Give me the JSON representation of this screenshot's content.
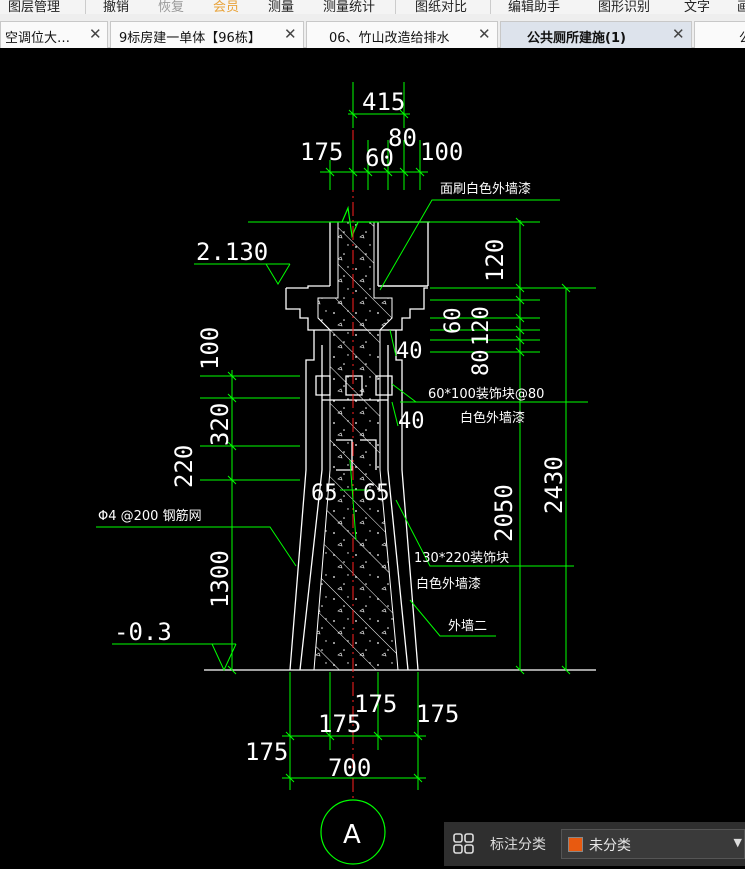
{
  "toolbar": {
    "items": [
      {
        "label": "图层管理",
        "state": "normal"
      },
      {
        "label": "撤销",
        "state": "normal"
      },
      {
        "label": "恢复",
        "state": "disabled"
      },
      {
        "label": "会员",
        "state": "vip"
      },
      {
        "label": "测量",
        "state": "normal"
      },
      {
        "label": "测量统计",
        "state": "normal"
      },
      {
        "label": "图纸对比",
        "state": "normal"
      },
      {
        "label": "编辑助手",
        "state": "normal"
      },
      {
        "label": "图形识别",
        "state": "normal"
      },
      {
        "label": "文字",
        "state": "normal"
      },
      {
        "label": "画",
        "state": "normal"
      }
    ]
  },
  "tabs": [
    {
      "label": "空调位大…",
      "close": "✕",
      "active": false
    },
    {
      "label": "9标房建一单体【96栋】",
      "close": "✕",
      "active": false
    },
    {
      "label": "06、竹山改造给排水",
      "close": "✕",
      "active": false
    },
    {
      "label": "公共厕所建施(1)",
      "close": "✕",
      "active": true
    },
    {
      "label": "公",
      "close": "",
      "active": false
    }
  ],
  "drawing": {
    "dims": {
      "d415": "415",
      "d175a": "175",
      "d80": "80",
      "d60": "60",
      "d100": "100",
      "d120a": "120",
      "d60b": "60",
      "d120b": "120",
      "d80b": "80",
      "d100l": "100",
      "d320": "320",
      "d220": "220",
      "d1300": "1300",
      "d2050": "2050",
      "d2430": "2430",
      "d175b": "175",
      "d175c": "175",
      "d175d": "175",
      "d175e": "175",
      "d700": "700",
      "d40a": "40",
      "d40b": "40",
      "d65a": "65",
      "d65b": "65"
    },
    "elev_top": "2.130",
    "elev_bottom": "-0.3",
    "notes": {
      "paint_top": "面刷白色外墙漆",
      "deco_block": "60*100装饰块@80",
      "white_paint_1": "白色外墙漆",
      "mesh": "Φ4 @200 钢筋网",
      "deco_block2": "130*220装饰块",
      "white_paint_2": "白色外墙漆",
      "ext_wall": "外墙二"
    },
    "axis": "A"
  },
  "panel": {
    "label": "标注分类",
    "value": "未分类",
    "swatch_color": "#e85a10",
    "icon": "group-icon",
    "arrow": "▼"
  },
  "colors": {
    "dimension": "#00ff00",
    "outline": "#ffffff",
    "axis": "#ff2020",
    "hatch": "#ffffff"
  }
}
